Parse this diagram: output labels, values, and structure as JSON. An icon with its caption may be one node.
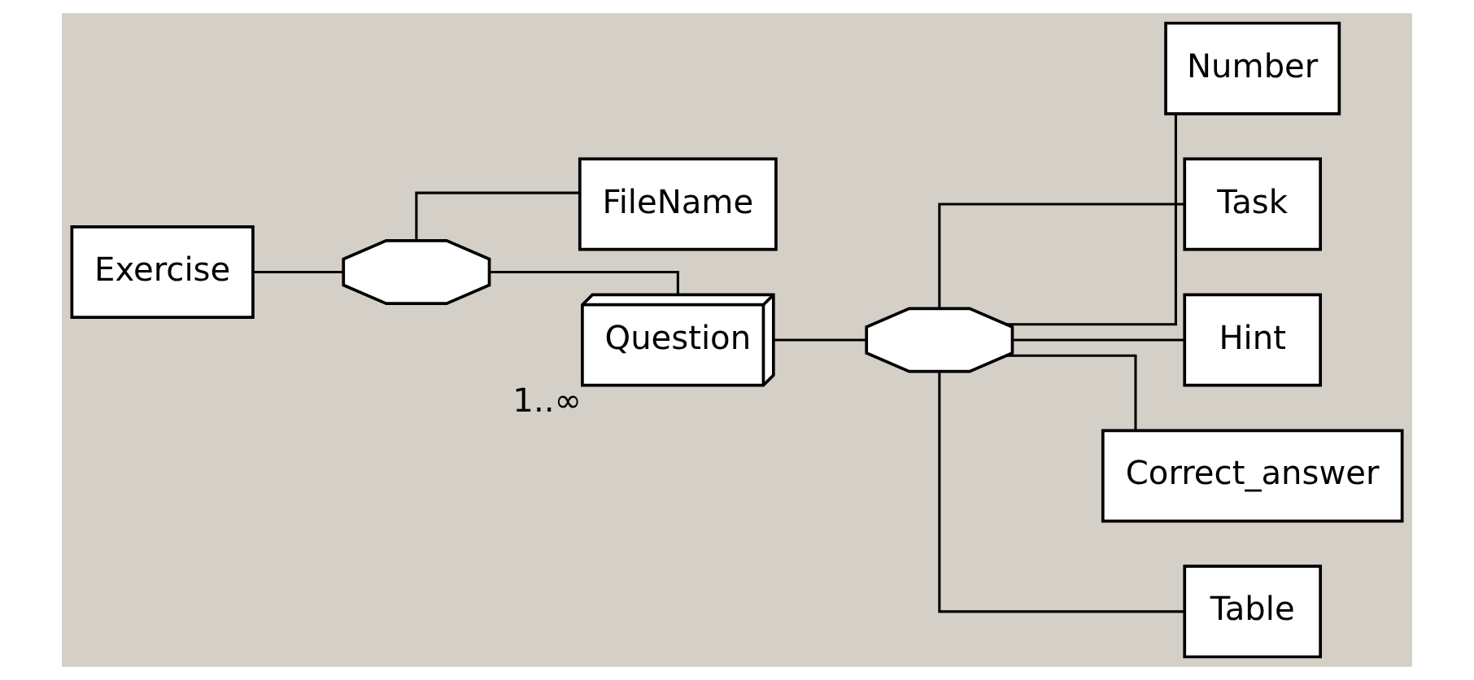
{
  "diagram": {
    "nodes": [
      {
        "text": [
          "Exercise"
        ]
      },
      {
        "text": [],
        "shape": "octagon"
      },
      {
        "text": [
          "FileName"
        ]
      },
      {
        "text": [
          "Question"
        ],
        "beside": [
          "1..∞"
        ]
      },
      {
        "text": [],
        "shape": "octagon"
      },
      {
        "text": [
          "Number"
        ]
      },
      {
        "text": [
          "Task"
        ]
      },
      {
        "text": [
          "Hint"
        ]
      },
      {
        "text": [
          "Correct_answer"
        ]
      },
      {
        "text": [
          "Table"
        ]
      }
    ],
    "edges": [
      {
        "from": 0,
        "to": 1,
        "arrow": "none"
      },
      {
        "from": 1,
        "to": 2,
        "arrow": "none"
      },
      {
        "from": 1,
        "to": 3,
        "arrow": "none"
      },
      {
        "from": 3,
        "to": 4,
        "arrow": "none"
      },
      {
        "from": 4,
        "to": 5,
        "arrow": "none"
      },
      {
        "from": 4,
        "to": 6,
        "arrow": "none"
      },
      {
        "from": 4,
        "to": 7,
        "arrow": "none"
      },
      {
        "from": 4,
        "to": 8,
        "arrow": "none"
      },
      {
        "from": 4,
        "to": 9,
        "arrow": "none"
      }
    ]
  }
}
